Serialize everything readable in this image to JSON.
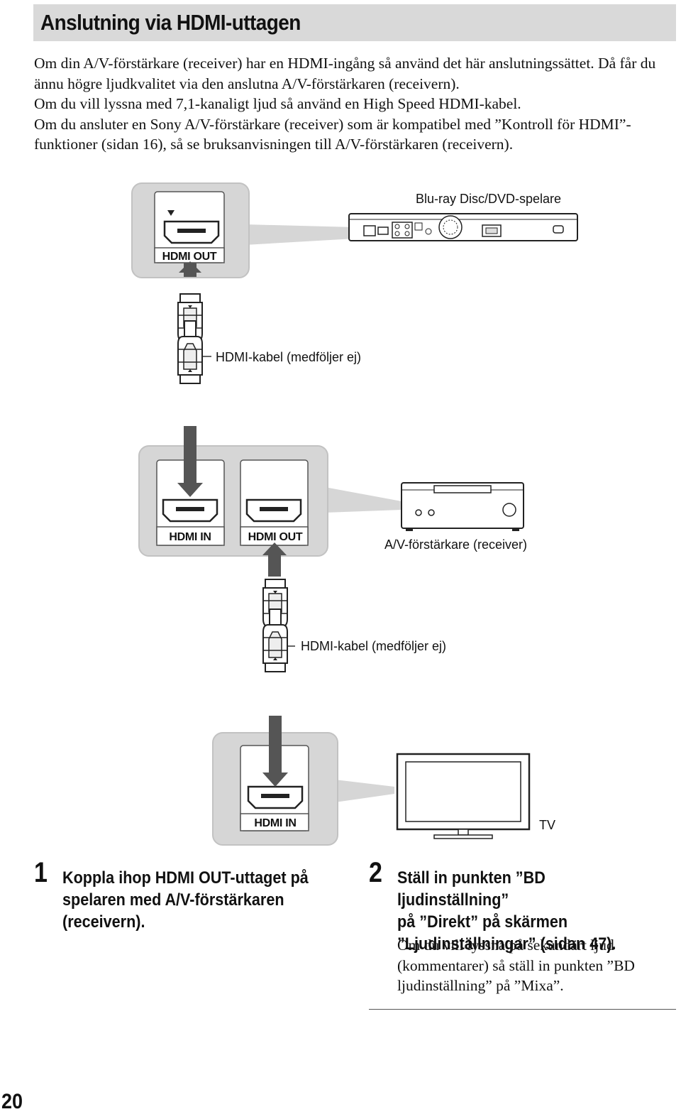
{
  "header": {
    "title": "Anslutning via HDMI-uttagen"
  },
  "intro": {
    "p1": "Om din A/V-förstärkare (receiver) har en HDMI-ingång så använd det här anslutningssättet. Då får du ännu högre ljudkvalitet via den anslutna A/V-förstärkaren (receivern).",
    "p2": "Om du vill lyssna med 7,1-kanaligt ljud så använd en High Speed HDMI-kabel.",
    "p3": "Om du ansluter en Sony A/V-förstärkare (receiver) som är kompatibel med ”Kontroll för HDMI”-funktioner (sidan 16), så se bruksanvisningen till A/V-förstärkaren (receivern)."
  },
  "diagram": {
    "player_label": "Blu-ray Disc/DVD-spelare",
    "player_port": "HDMI OUT",
    "cable_label_1": "HDMI-kabel (medföljer ej)",
    "receiver_port_in": "HDMI IN",
    "receiver_port_out": "HDMI OUT",
    "receiver_label": "A/V-förstärkare (receiver)",
    "cable_label_2": "HDMI-kabel (medföljer ej)",
    "tv_port": "HDMI IN",
    "tv_label": "TV"
  },
  "steps": [
    {
      "number": "1",
      "heading_l1": "Koppla ihop HDMI OUT-uttaget på",
      "heading_l2": "spelaren med A/V-förstärkaren",
      "heading_l3": "(receivern)."
    },
    {
      "number": "2",
      "heading_l1": "Ställ in punkten ”BD ljudinställning”",
      "heading_l2": "på ”Direkt” på skärmen",
      "heading_l3": "”Ljudinställningar” (sidan 47).",
      "body_l1": "Om du vill lyssna på sekundärt ljud",
      "body_l2": "(kommentarer) så ställ in punkten ”BD",
      "body_l3": "ljudinställning” på ”Mixa”."
    }
  ],
  "footer": {
    "page_number": "20"
  }
}
